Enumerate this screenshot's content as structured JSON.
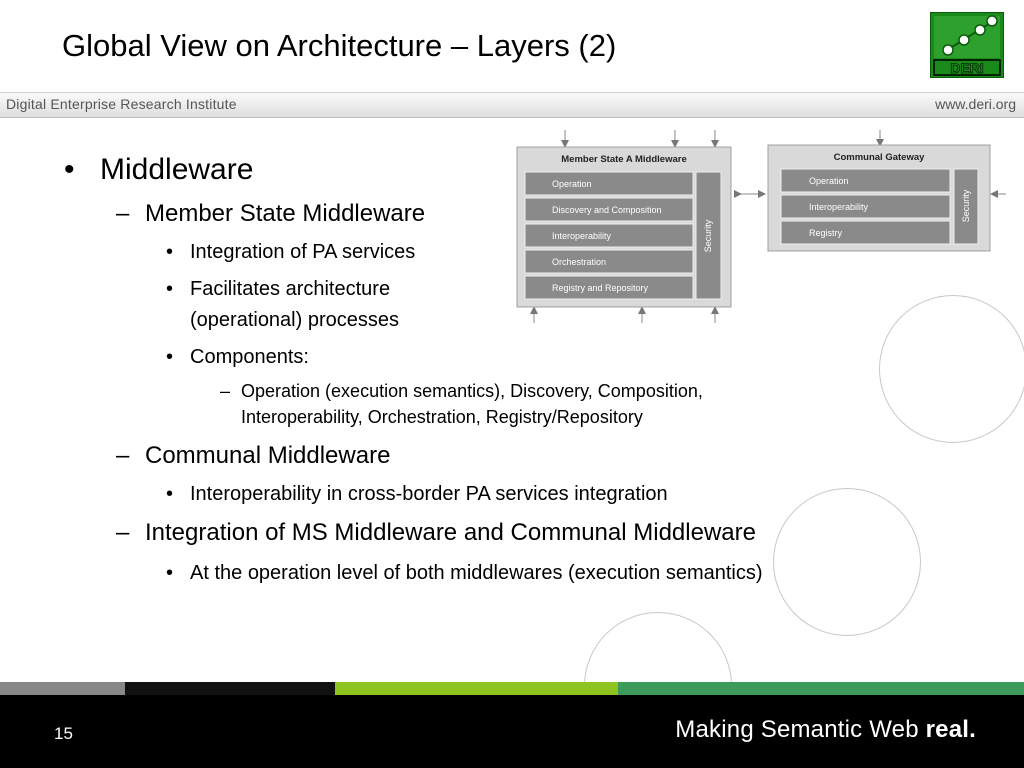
{
  "slide": {
    "title": "Global View on Architecture – Layers (2)",
    "page_number": "15"
  },
  "header_band": {
    "institute": "Digital Enterprise Research Institute",
    "website": "www.deri.org"
  },
  "logo": {
    "text": "DERI",
    "color": "#1a8a1a"
  },
  "bullets": {
    "b1": "Middleware",
    "b1_1": "Member State Middleware",
    "b1_1_1": "Integration of PA services",
    "b1_1_2a": "Facilitates architecture",
    "b1_1_2b": "(operational) processes",
    "b1_1_3": "Components:",
    "b1_1_3_1a": "Operation (execution semantics), Discovery, Composition,",
    "b1_1_3_1b": "Interoperability, Orchestration, Registry/Repository",
    "b1_2": "Communal Middleware",
    "b1_2_1": "Interoperability in cross-border PA services integration",
    "b1_3": "Integration of MS Middleware and Communal Middleware",
    "b1_3_1": "At the operation level of both middlewares (execution semantics)"
  },
  "markers": {
    "bullet": "•",
    "dash": "–"
  },
  "diagram": {
    "left_box": {
      "title": "Member State A Middleware",
      "rows": [
        "Operation",
        "Discovery and Composition",
        "Interoperability",
        "Orchestration",
        "Registry and Repository"
      ],
      "security": "Security"
    },
    "right_box": {
      "title": "Communal Gateway",
      "rows": [
        "Operation",
        "Interoperability",
        "Registry"
      ],
      "security": "Security"
    }
  },
  "footer": {
    "tagline_regular": "Making Semantic Web ",
    "tagline_bold": "real.",
    "strip_colors": [
      "#888888",
      "#111111",
      "#8fc31f",
      "#3c9a5a"
    ]
  }
}
